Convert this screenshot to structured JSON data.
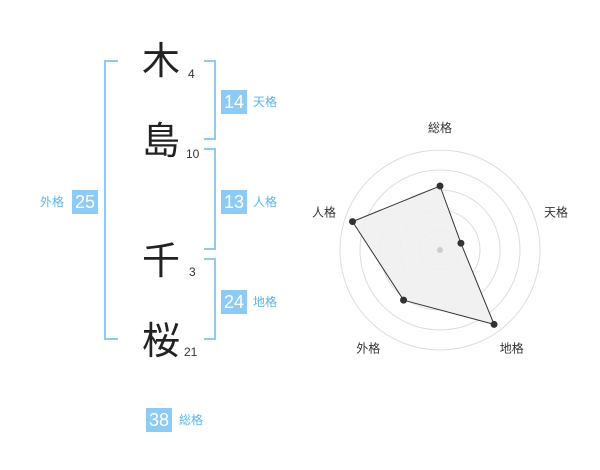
{
  "name": {
    "surname": [
      {
        "char": "木",
        "strokes": "4"
      },
      {
        "char": "島",
        "strokes": "10"
      }
    ],
    "given": [
      {
        "char": "千",
        "strokes": "3"
      },
      {
        "char": "桜",
        "strokes": "21"
      }
    ]
  },
  "fortunes": {
    "tenkaku": {
      "value": "14",
      "label": "天格"
    },
    "jinkaku": {
      "value": "13",
      "label": "人格"
    },
    "chikaku": {
      "value": "24",
      "label": "地格"
    },
    "gaikaku": {
      "value": "25",
      "label": "外格"
    },
    "soukaku": {
      "value": "38",
      "label": "総格"
    }
  },
  "colors": {
    "accent": "#8ecbf4",
    "accent_text": "#5ab4ee",
    "radar_fill": "#f0f0f0"
  },
  "chart_data": {
    "type": "radar",
    "axes": [
      "総格",
      "天格",
      "地格",
      "外格",
      "人格"
    ],
    "values": [
      3.2,
      1.1,
      4.6,
      3.1,
      4.6
    ],
    "max": 5,
    "rings": 5
  }
}
